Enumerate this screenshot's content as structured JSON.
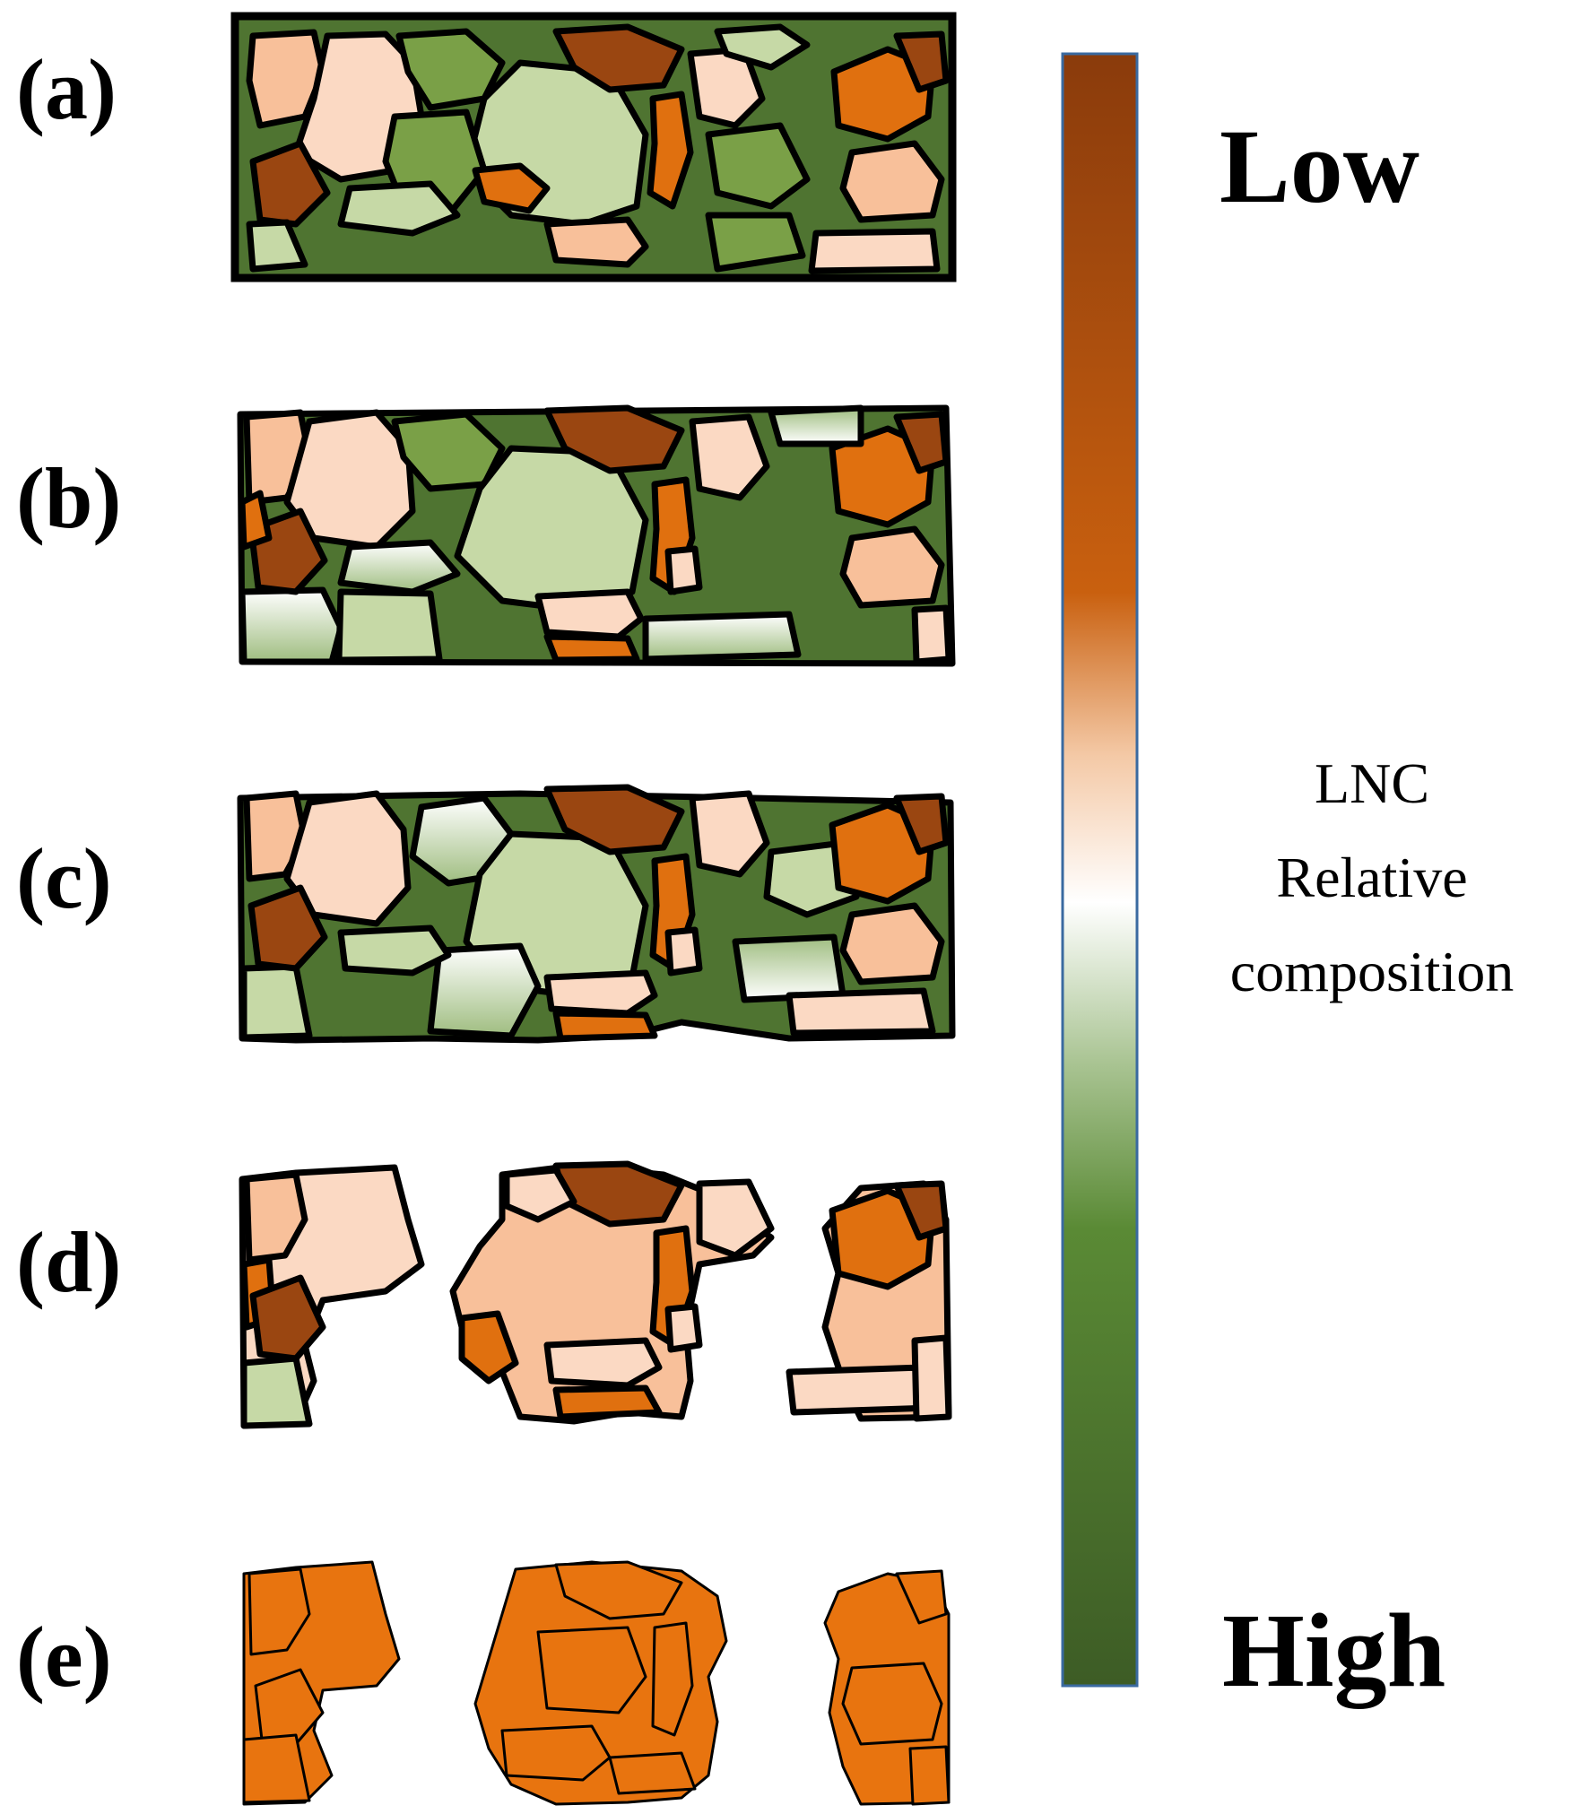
{
  "panels": [
    {
      "label": "(a)"
    },
    {
      "label": "(b)"
    },
    {
      "label": "(c)"
    },
    {
      "label": "(d)"
    },
    {
      "label": "(e)"
    }
  ],
  "colorbar": {
    "top_label": "Low",
    "bottom_label": "High",
    "title_lines": [
      "LNC",
      "Relative",
      "composition"
    ],
    "stops": [
      "#8a3b0c",
      "#c9600f",
      "#f4c9a6",
      "#ffffff",
      "#a8c391",
      "#5a8a35",
      "#3d5c25"
    ]
  },
  "grain_colors": {
    "dark_brown": "#9a4611",
    "orange": "#e0700f",
    "peach": "#f8c09a",
    "light_peach": "#fbd9c3",
    "light_green": "#c6d9a6",
    "mid_green": "#7aa047",
    "dark_green": "#4f7431",
    "full_orange": "#e8740f"
  }
}
